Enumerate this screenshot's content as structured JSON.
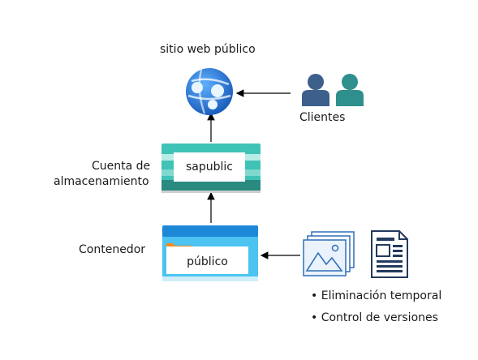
{
  "website": {
    "title": "sitio web público"
  },
  "users": {
    "label": "Clientes"
  },
  "storage": {
    "label_line1": "Cuenta de",
    "label_line2": "almacenamiento",
    "name": "sapublic"
  },
  "container": {
    "label": "Contenedor",
    "name": "público"
  },
  "features": {
    "items": [
      "Eliminación temporal",
      "Control de versiones"
    ]
  },
  "colors": {
    "globe_blue": "#2f7ed8",
    "person_dark": "#3d5f8c",
    "person_teal": "#2f8f8c",
    "storage_teal": "#3fc3b6",
    "storage_dark": "#2a8a80",
    "container_blue": "#1e88d8",
    "container_light": "#4cc3f0",
    "folder_orange": "#f58a1f",
    "doc_navy": "#243a5e"
  }
}
